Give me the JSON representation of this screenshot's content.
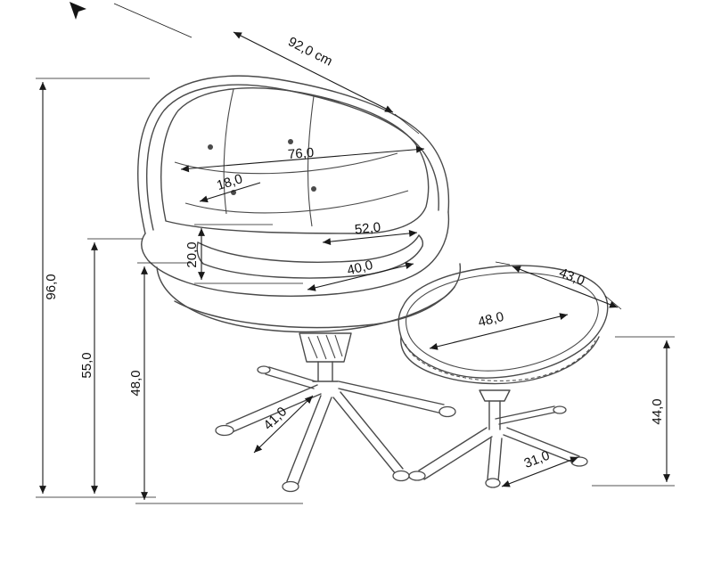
{
  "diagram": {
    "name": "Armchair with ottoman dimension drawing",
    "unit": "cm",
    "icons": {
      "cursor": "arrow-pointer"
    },
    "labels": {
      "width_overall": "92,0 cm",
      "backrest_width": "76,0",
      "backrest_depth": "18,0",
      "seat_width": "52,0",
      "seat_depth": "40,0",
      "cushion_thickness": "20,0",
      "height_total": "96,0",
      "height_backrest": "55,0",
      "height_seat": "48,0",
      "base_chair": "41,0",
      "ottoman_width": "48,0",
      "ottoman_depth": "43,0",
      "ottoman_height": "44,0",
      "ottoman_base": "31,0"
    }
  }
}
